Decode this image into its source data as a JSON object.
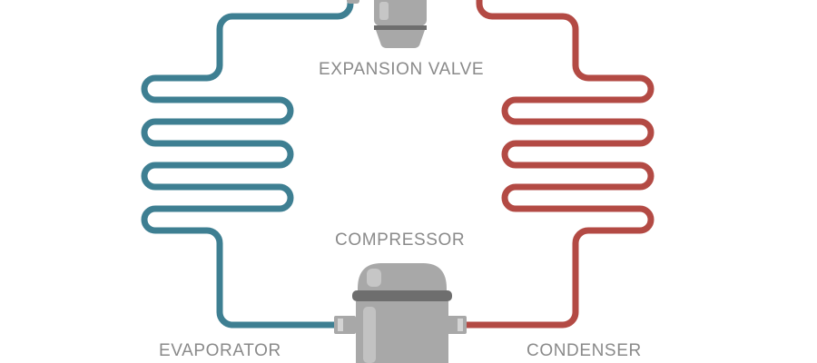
{
  "labels": {
    "expansion_valve": "EXPANSION VALVE",
    "compressor": "COMPRESSOR",
    "evaporator": "EVAPORATOR",
    "condenser": "CONDENSER"
  },
  "colors": {
    "cold_pipe": "#3e7f92",
    "hot_pipe": "#b34a44",
    "label_text": "#8a8a8a",
    "component_body": "#a8a8a8",
    "component_dark": "#6e6e6e"
  }
}
